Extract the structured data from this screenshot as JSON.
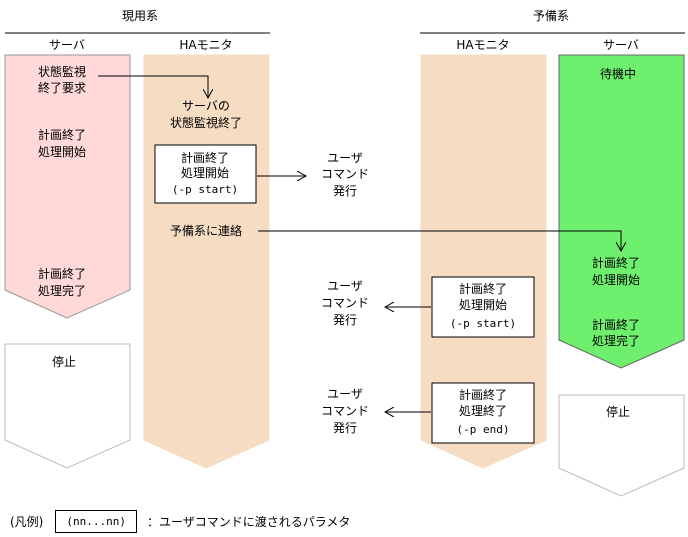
{
  "groups": {
    "active": "現用系",
    "standby": "予備系"
  },
  "columns": {
    "active_server": "サーバ",
    "active_ha": "HAモニタ",
    "standby_ha": "HAモニタ",
    "standby_server": "サーバ"
  },
  "active_server": {
    "step1": [
      "状態監視",
      "終了要求"
    ],
    "step2": [
      "計画終了",
      "処理開始"
    ],
    "step3": [
      "計画終了",
      "処理完了"
    ],
    "stopped": "停止"
  },
  "active_ha": {
    "step1": [
      "サーバの",
      "状態監視終了"
    ],
    "box": [
      "計画終了",
      "処理開始",
      "(-p start)"
    ],
    "notify": "予備系に連絡"
  },
  "user_command": [
    "ユーザ",
    "コマンド",
    "発行"
  ],
  "standby_ha": {
    "box1": [
      "計画終了",
      "処理開始",
      "(-p start)"
    ],
    "box2": [
      "計画終了",
      "処理終了",
      "(-p end)"
    ]
  },
  "standby_server": {
    "waiting": "待機中",
    "step1": [
      "計画終了",
      "処理開始"
    ],
    "step2": [
      "計画終了",
      "処理完了"
    ],
    "stopped": "停止"
  },
  "legend": {
    "label": "(凡例)",
    "box": "(nn...nn)",
    "desc": "：ユーザコマンドに渡されるパラメタ"
  },
  "colors": {
    "active_server_fill": "#ffd8d8",
    "ha_fill": "#f5dcc3",
    "standby_server_fill": "#6ef06e",
    "stopped_fill": "#ffffff"
  }
}
